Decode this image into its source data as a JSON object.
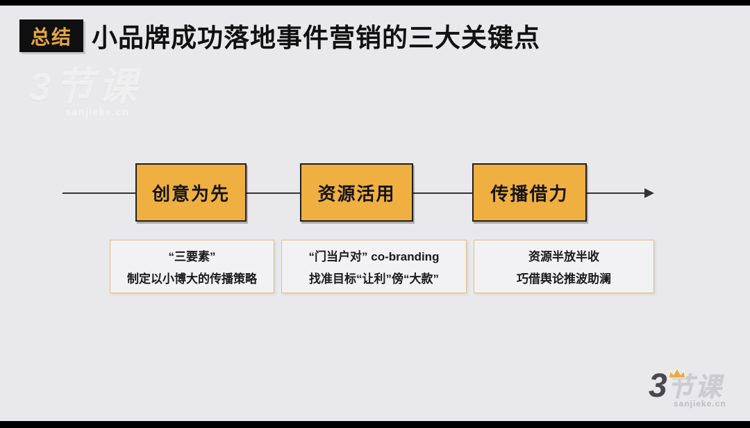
{
  "slide": {
    "badge_label": "总结",
    "title": "小品牌成功落地事件营销的三大关键点"
  },
  "flow": {
    "steps": [
      {
        "label": "创意为先",
        "note_line1": "“三要素”",
        "note_line2": "制定以小博大的传播策略"
      },
      {
        "label": "资源活用",
        "note_line1": "“门当户对” co-branding",
        "note_line2": "找准目标“让利”傍“大款”"
      },
      {
        "label": "传播借力",
        "note_line1": "资源半放半收",
        "note_line2": "巧借舆论推波助澜"
      }
    ]
  },
  "watermark": {
    "brand": "3节课",
    "domain": "sanjieke.cn"
  },
  "footer_logo": {
    "number": "3",
    "suffix": "节课",
    "domain": "sanjieke.cn"
  },
  "colors": {
    "slide_bg": "#e9e9eb",
    "letterbox": "#000000",
    "step_box_fill": "#f0b041",
    "step_box_border": "#1f1f1f",
    "badge_bg": "#0f0f0f",
    "badge_text": "#e8a83e",
    "note_border": "#dfc183",
    "note_bg": "#f2f1f3",
    "flow_line": "#333333",
    "crown_gold": "#e8a83e"
  }
}
